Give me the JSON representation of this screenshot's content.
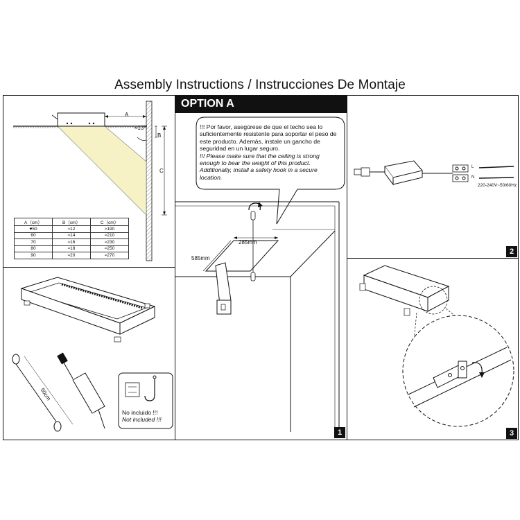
{
  "title": "Assembly Instructions / Instrucciones De Montaje",
  "option_label": "OPTION A",
  "warning": {
    "es": "!!! Por favor, asegúrese de que el techo sea lo suficientemente resistente para soportar el peso de este producto. Además, instale un gancho de seguridad en un lugar seguro.",
    "en": "!!! Please make sure that the ceiling is strong enough to bear the weight of this product. Additionally, install a safety hook in a secure location."
  },
  "panel1": {
    "dim_width": "285mm",
    "dim_depth": "585mm",
    "step_number": "1"
  },
  "panel2": {
    "voltage": "220-240V~50/60Hz",
    "terminal_l": "L",
    "terminal_n": "N",
    "step_number": "2"
  },
  "panel3": {
    "step_number": "3"
  },
  "panel_tl": {
    "label_a": "A",
    "label_b": "B",
    "label_c": "C",
    "angle": "≈13°",
    "table": {
      "headers": [
        "A（cm）",
        "B（cm）",
        "C（cm）"
      ],
      "rows": [
        [
          "♥50",
          "≈12",
          "≈190"
        ],
        [
          "60",
          "≈14",
          "≈210"
        ],
        [
          "70",
          "≈16",
          "≈230"
        ],
        [
          "80",
          "≈18",
          "≈250"
        ],
        [
          "90",
          "≈20",
          "≈270"
        ]
      ]
    }
  },
  "panel_bl": {
    "cable_length": "50cm",
    "not_included_es": "No incluido !!!",
    "not_included_en": "Not included !!!"
  }
}
